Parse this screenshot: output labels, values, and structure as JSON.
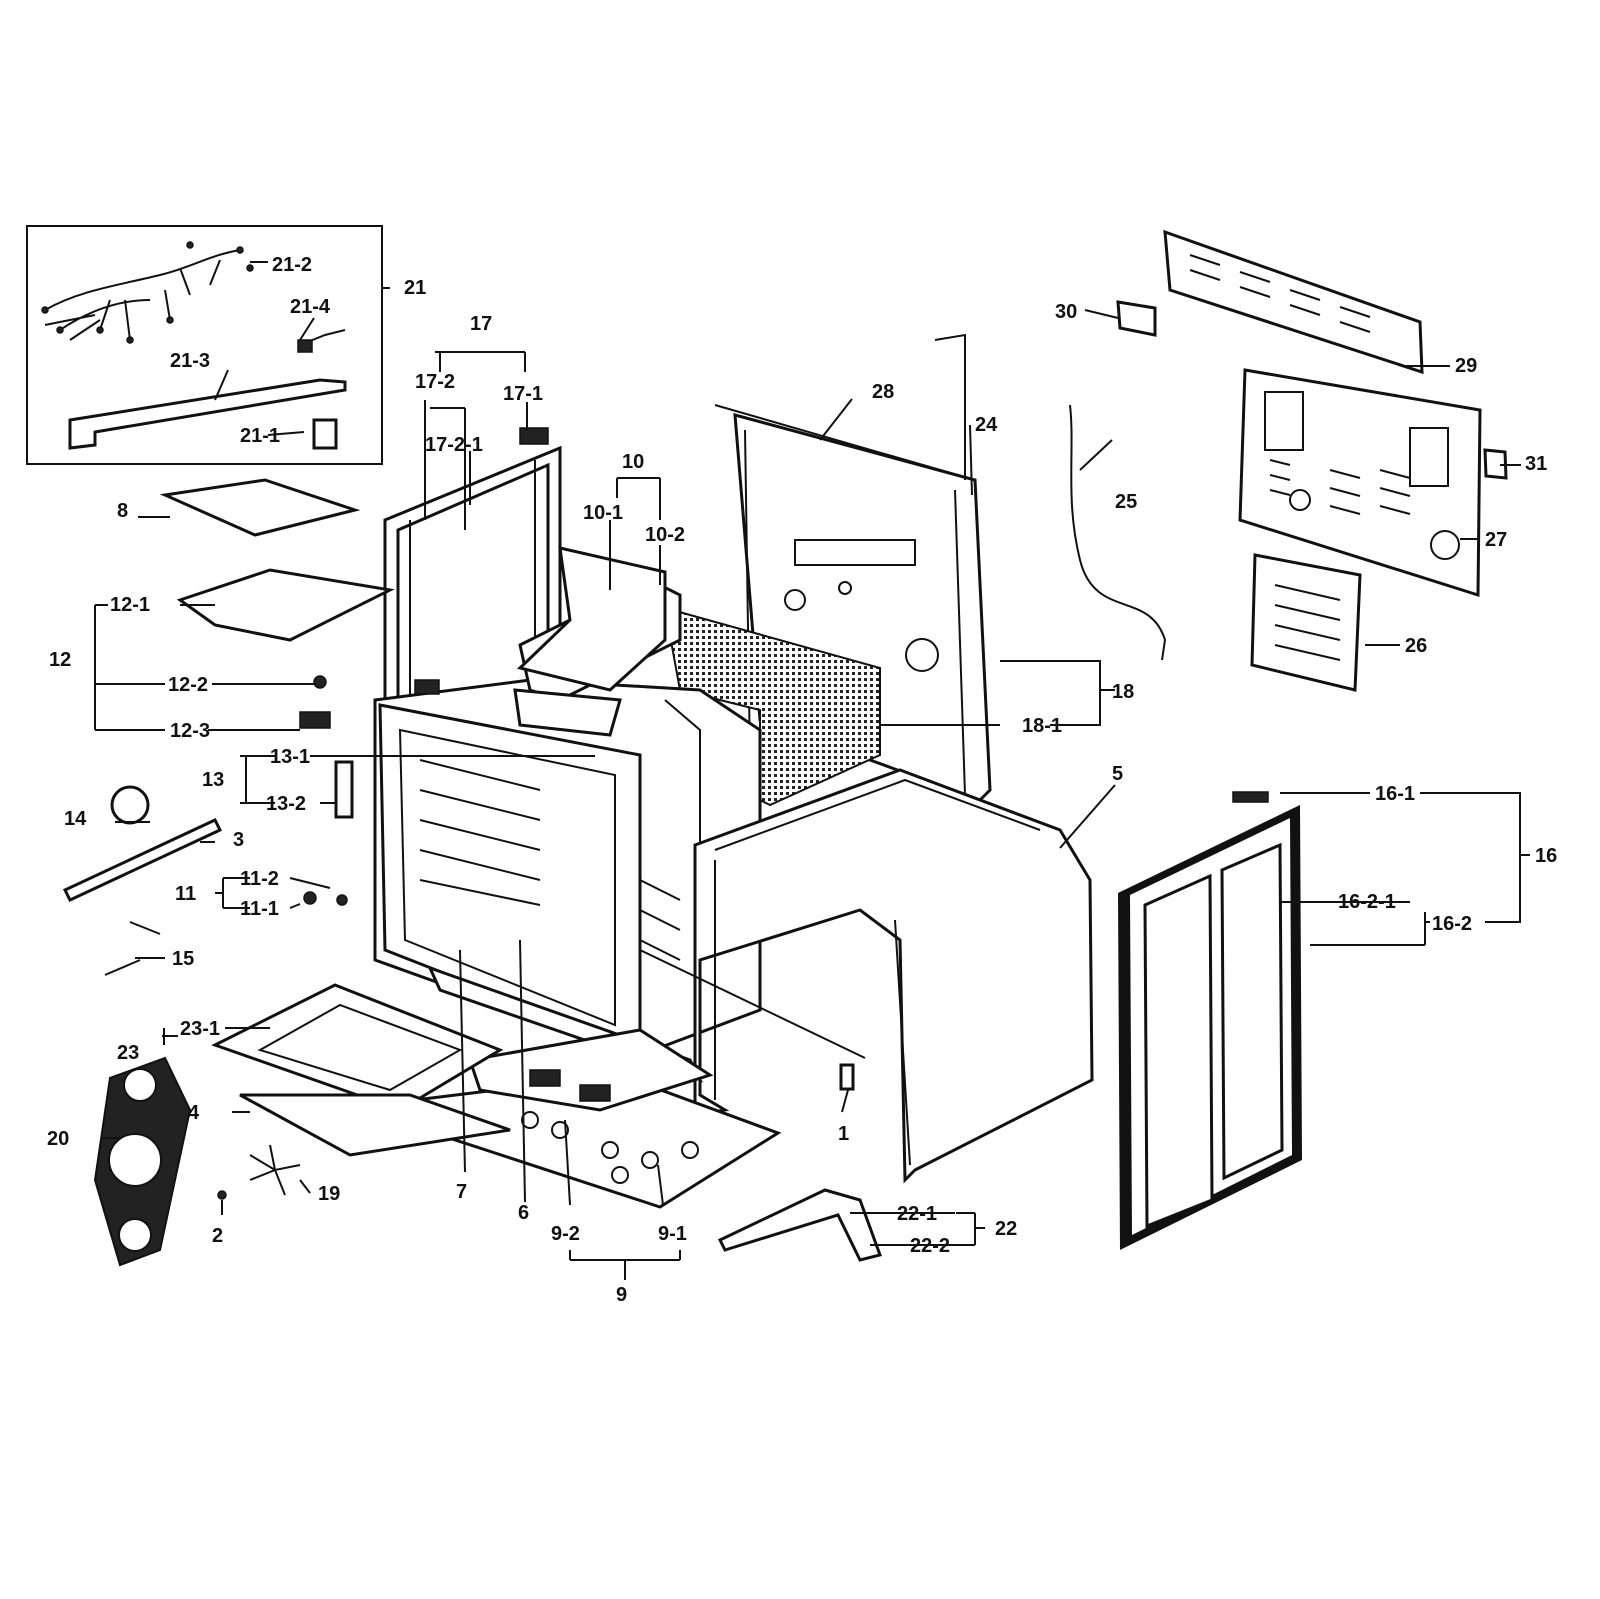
{
  "labels": {
    "l1": "1",
    "l2": "2",
    "l3": "3",
    "l4": "4",
    "l5": "5",
    "l6": "6",
    "l7": "7",
    "l8": "8",
    "l9": "9",
    "l9_1": "9-1",
    "l9_2": "9-2",
    "l10": "10",
    "l10_1": "10-1",
    "l10_2": "10-2",
    "l11": "11",
    "l11_1": "11-1",
    "l11_2": "11-2",
    "l12": "12",
    "l12_1": "12-1",
    "l12_2": "12-2",
    "l12_3": "12-3",
    "l13": "13",
    "l13_1": "13-1",
    "l13_2": "13-2",
    "l14": "14",
    "l15": "15",
    "l16": "16",
    "l16_1": "16-1",
    "l16_2": "16-2",
    "l16_2_1": "16-2-1",
    "l17": "17",
    "l17_1": "17-1",
    "l17_2": "17-2",
    "l17_2_1": "17-2-1",
    "l18": "18",
    "l18_1": "18-1",
    "l19": "19",
    "l20": "20",
    "l21": "21",
    "l21_1": "21-1",
    "l21_2": "21-2",
    "l21_3": "21-3",
    "l21_4": "21-4",
    "l22": "22",
    "l22_1": "22-1",
    "l22_2": "22-2",
    "l23": "23",
    "l23_1": "23-1",
    "l24": "24",
    "l25": "25",
    "l26": "26",
    "l27": "27",
    "l28": "28",
    "l29": "29",
    "l30": "30",
    "l31": "31"
  }
}
